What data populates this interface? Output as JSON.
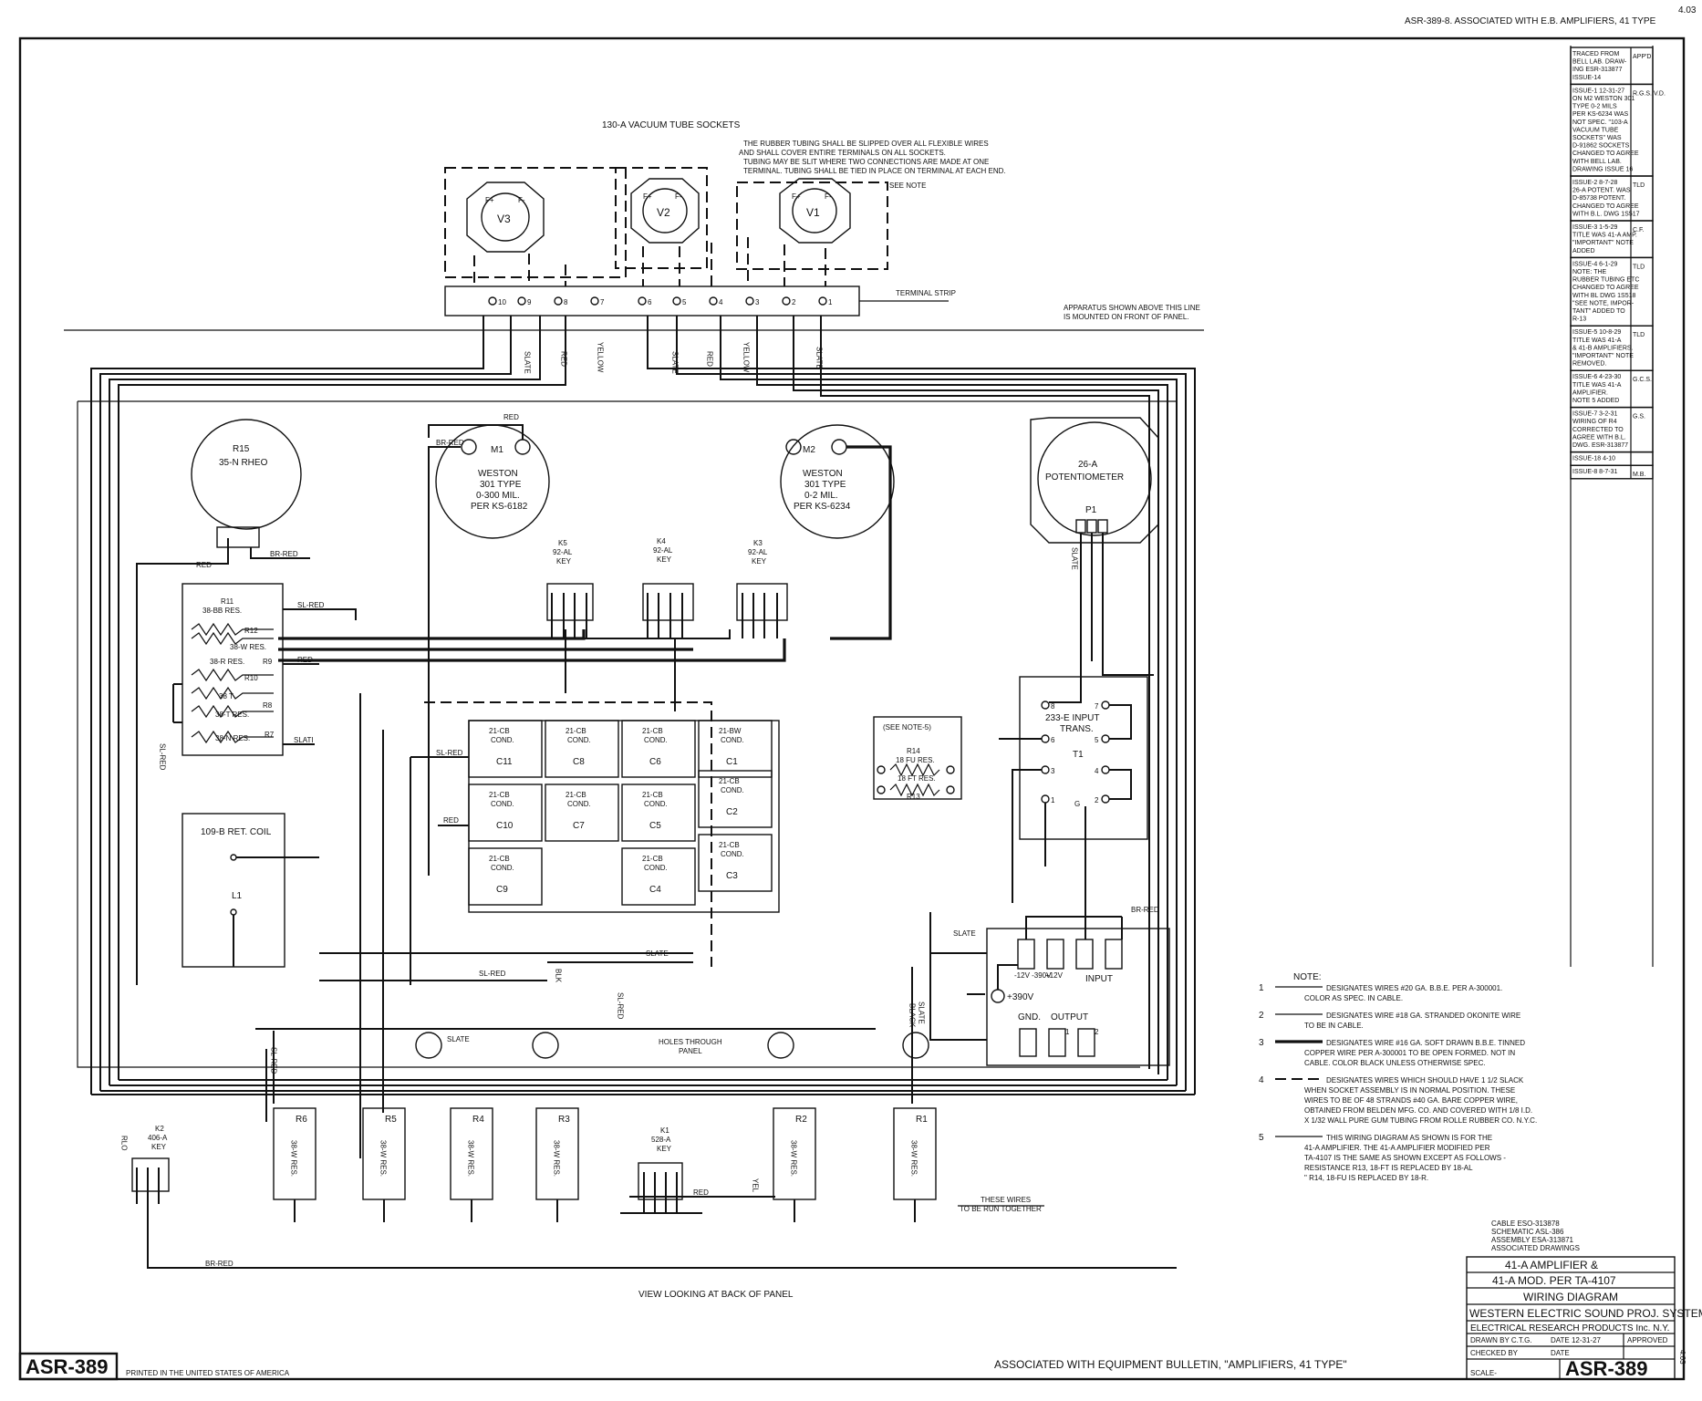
{
  "header": {
    "top_right": "ASR-389-8. ASSOCIATED WITH E.B. AMPLIFIERS, 41 TYPE",
    "page_no": "4.03"
  },
  "tubes": {
    "title": "130-A VACUUM TUBE SOCKETS",
    "labels": [
      "V3",
      "V2",
      "V1"
    ],
    "pins": [
      "F+",
      "F-"
    ],
    "note_text": [
      "THE RUBBER TUBING SHALL BE SLIPPED OVER ALL FLEXIBLE WIRES",
      "AND SHALL COVER ENTIRE TERMINALS ON ALL SOCKETS.",
      "TUBING MAY BE SLIT WHERE TWO CONNECTIONS ARE MADE AT ONE",
      "TERMINAL. TUBING SHALL BE TIED IN PLACE ON TERMINAL AT EACH END."
    ],
    "see_note": "SEE NOTE"
  },
  "terminal_strip": {
    "label": "TERMINAL STRIP",
    "numbers": [
      "10",
      "9",
      "8",
      "7",
      "6",
      "5",
      "4",
      "3",
      "2",
      "1"
    ],
    "apparatus_note": [
      "APPARATUS SHOWN ABOVE THIS LINE",
      "IS MOUNTED ON FRONT OF PANEL."
    ]
  },
  "wire_colors": {
    "slate": "SLATE",
    "red": "RED",
    "yellow": "YELLOW",
    "br_red": "BR-RED",
    "sl_red": "SL-RED",
    "black": "BLACK",
    "blk": "BLK",
    "yel": "YEL",
    "sl_ati": "SLATI"
  },
  "components": {
    "r15": [
      "R15",
      "35-N RHEO"
    ],
    "m1": [
      "M1",
      "WESTON",
      "301 TYPE",
      "0-300 MIL.",
      "PER KS-6182"
    ],
    "m2": [
      "M2",
      "WESTON",
      "301 TYPE",
      "0-2 MIL.",
      "PER KS-6234"
    ],
    "p1": [
      "26-A",
      "POTENTIOMETER",
      "P1"
    ],
    "k5": [
      "K5",
      "92-AL",
      "KEY"
    ],
    "k4": [
      "K4",
      "92-AL",
      "KEY"
    ],
    "k3": [
      "K3",
      "92-AL",
      "KEY"
    ],
    "res_group": [
      "R11",
      "38-BB RES.",
      "R12",
      "38-W RES.",
      "38-R RES.",
      "R9",
      "R10",
      "38 T",
      "R8",
      "38-T RES.",
      "R7",
      "38-N RES."
    ],
    "ret_coil": [
      "109-B RET. COIL",
      "L1"
    ],
    "caps": [
      {
        "type": "21-CB",
        "cond": "COND.",
        "id": "C11"
      },
      {
        "type": "21-CB",
        "cond": "COND.",
        "id": "C8"
      },
      {
        "type": "21-CB",
        "cond": "COND.",
        "id": "C6"
      },
      {
        "type": "21-BW",
        "cond": "COND.",
        "id": "C1"
      },
      {
        "type": "21-CB",
        "cond": "COND.",
        "id": "C10"
      },
      {
        "type": "21-CB",
        "cond": "COND.",
        "id": "C7"
      },
      {
        "type": "21-CB",
        "cond": "COND.",
        "id": "C5"
      },
      {
        "type": "21-CB",
        "cond": "COND.",
        "id": "C2"
      },
      {
        "type": "21-CB",
        "cond": "COND.",
        "id": "C9"
      },
      {
        "type": "21-CB",
        "cond": "COND.",
        "id": "C4"
      },
      {
        "type": "21-CB",
        "cond": "COND.",
        "id": "C3"
      }
    ],
    "note5_box": [
      "(SEE NOTE-5)",
      "R14",
      "18 FU RES.",
      "18 FT RES.",
      "R13"
    ],
    "input_trans": [
      "233-E INPUT",
      "TRANS.",
      "T1"
    ],
    "trans_pins": [
      "8",
      "7",
      "6",
      "5",
      "3",
      "4",
      "1",
      "G",
      "2"
    ],
    "terminal_block": [
      "-12V -390V",
      "+12V",
      "INPUT",
      "+390V",
      "GND.",
      "OUTPUT",
      "1",
      "2"
    ],
    "holes": [
      "HOLES THROUGH",
      "PANEL"
    ],
    "k1": [
      "K1",
      "528-A",
      "KEY"
    ],
    "k2": [
      "K2",
      "406-A",
      "KEY"
    ],
    "rlo": "RLO",
    "bottom_res": [
      {
        "id": "R6",
        "txt": "38-W RES."
      },
      {
        "id": "R5",
        "txt": "38-W RES."
      },
      {
        "id": "R4",
        "txt": "38-W RES."
      },
      {
        "id": "R3",
        "txt": "38-W RES."
      },
      {
        "id": "R2",
        "txt": "38-W RES."
      },
      {
        "id": "R1",
        "txt": "38-W RES."
      }
    ],
    "these_wires": [
      "THESE WIRES",
      "TO BE RUN TOGETHER"
    ]
  },
  "view_note": "VIEW LOOKING AT BACK OF PANEL",
  "notes": {
    "title": "NOTE:",
    "items": [
      {
        "n": "1",
        "lines": [
          "DESIGNATES WIRES #20 GA. B.B.E. PER A-300001.",
          "COLOR AS SPEC. IN CABLE."
        ]
      },
      {
        "n": "2",
        "lines": [
          "DESIGNATES WIRE #18 GA. STRANDED OKONITE WIRE",
          "TO BE IN CABLE."
        ]
      },
      {
        "n": "3",
        "lines": [
          "DESIGNATES WIRE #16 GA. SOFT DRAWN B.B.E. TINNED",
          "COPPER WIRE PER A-300001 TO BE OPEN FORMED. NOT IN",
          "CABLE. COLOR BLACK UNLESS OTHERWISE SPEC."
        ]
      },
      {
        "n": "4",
        "lines": [
          "DESIGNATES WIRES WHICH SHOULD HAVE 1 1/2 SLACK",
          "WHEN SOCKET ASSEMBLY IS IN NORMAL POSITION. THESE",
          "WIRES TO BE OF 48 STRANDS #40 GA. BARE COPPER WIRE,",
          "OBTAINED FROM BELDEN MFG. CO. AND COVERED WITH 1/8 I.D.",
          "X 1/32 WALL PURE GUM TUBING FROM ROLLE RUBBER CO. N.Y.C."
        ]
      },
      {
        "n": "5",
        "lines": [
          "THIS WIRING DIAGRAM AS SHOWN IS FOR THE",
          "41-A AMPLIFIER. THE 41-A AMPLIFIER MODIFIED PER",
          "TA-4107 IS THE SAME AS SHOWN EXCEPT AS FOLLOWS -",
          "RESISTANCE R13, 18-FT IS REPLACED BY 18-AL",
          "\"   R14, 18-FU IS REPLACED BY 18-R."
        ]
      }
    ]
  },
  "revisions": [
    {
      "text": [
        "TRACED FROM",
        "BELL LAB. DRAW-",
        "ING ESR-313877",
        "ISSUE-14"
      ],
      "mark": "APP'D"
    },
    {
      "text": [
        "ISSUE-1 12-31-27",
        "ON M2 WESTON 301",
        "TYPE 0-2 MILS",
        "PER KS-6234 WAS",
        "NOT SPEC. \"103-A",
        "VACUUM TUBE",
        "SOCKETS\" WAS",
        "D-91862 SOCKETS",
        "CHANGED TO AGREE",
        "WITH BELL LAB.",
        "DRAWING ISSUE 16"
      ],
      "mark": "R.G.S. V.D."
    },
    {
      "text": [
        "ISSUE-2 8-7-28",
        "26-A POTENT. WAS",
        "D-85738 POTENT.",
        "CHANGED TO AGREE",
        "WITH B.L. DWG 1S517"
      ],
      "mark": "TLD"
    },
    {
      "text": [
        "ISSUE-3 1-5-29",
        "TITLE WAS 41-A AMP.",
        "\"IMPORTANT\" NOTE",
        "ADDED"
      ],
      "mark": "C.F."
    },
    {
      "text": [
        "ISSUE-4 6-1-29",
        "NOTE: THE",
        "RUBBER TUBING ETC",
        "CHANGED TO AGREE",
        "WITH BL DWG 1S518",
        "\"SEE NOTE, IMPOR-",
        "TANT\" ADDED TO",
        "R-13"
      ],
      "mark": "TLD"
    },
    {
      "text": [
        "ISSUE-5 10-8-29",
        "TITLE WAS 41-A",
        "& 41-B AMPLIFIERS.",
        "\"IMPORTANT\" NOTE",
        "REMOVED."
      ],
      "mark": "TLD"
    },
    {
      "text": [
        "ISSUE-6 4-23-30",
        "TITLE WAS 41-A",
        "AMPLIFIER.",
        "NOTE 5 ADDED"
      ],
      "mark": "G.C.S."
    },
    {
      "text": [
        "ISSUE-7 3-2-31",
        "WIRING OF R4",
        "CORRECTED TO",
        "AGREE WITH B.L.",
        "DWG. ESR-313877"
      ],
      "mark": "G.S."
    },
    {
      "text": [
        "ISSUE-18 4-10"
      ],
      "mark": ""
    },
    {
      "text": [
        "ISSUE-8 8-7-31"
      ],
      "mark": "M.B."
    }
  ],
  "title_block": {
    "refs": [
      "CABLE ESO-313878",
      "SCHEMATIC ASL-386",
      "ASSEMBLY ESA-313871",
      "ASSOCIATED DRAWINGS"
    ],
    "line1": "41-A AMPLIFIER &",
    "line2": "41-A MOD. PER TA-4107",
    "line3": "WIRING DIAGRAM",
    "line4": "WESTERN ELECTRIC SOUND PROJ. SYSTEMS",
    "line5": "ELECTRICAL RESEARCH PRODUCTS Inc. N.Y.",
    "drawn": "DRAWN BY C.T.G.",
    "date_drawn": "DATE 12-31-27",
    "approved": "APPROVED",
    "checked": "CHECKED BY",
    "date": "DATE",
    "scale": "SCALE-",
    "number": "ASR-389"
  },
  "footer": {
    "left_number": "ASR-389",
    "printed": "PRINTED IN THE UNITED STATES OF AMERICA",
    "bulletin": "ASSOCIATED WITH EQUIPMENT BULLETIN, \"AMPLIFIERS, 41 TYPE\"",
    "side_mark": "4.03"
  }
}
